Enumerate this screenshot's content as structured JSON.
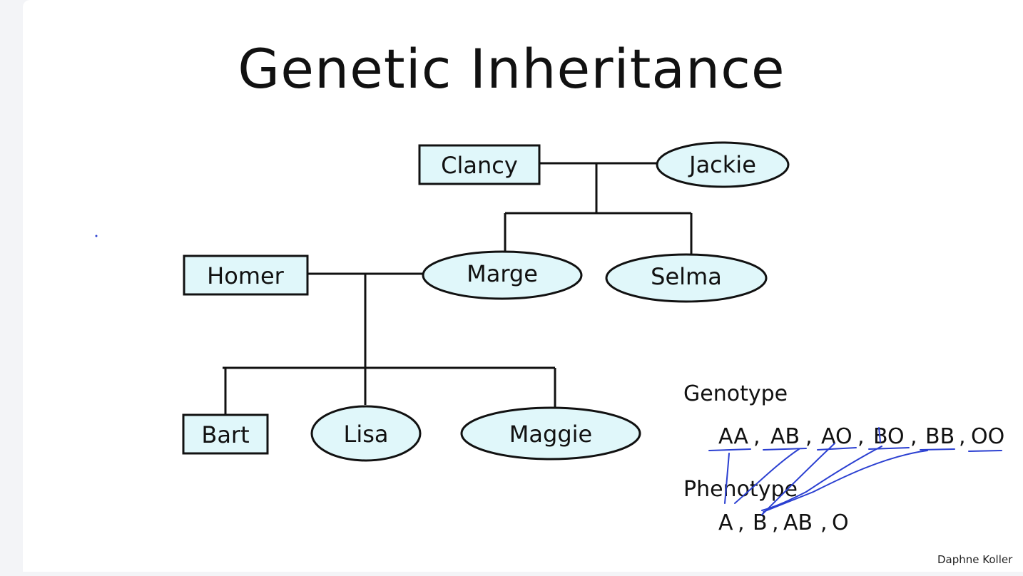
{
  "title": "Genetic Inheritance",
  "people": {
    "clancy": "Clancy",
    "jackie": "Jackie",
    "homer": "Homer",
    "marge": "Marge",
    "selma": "Selma",
    "bart": "Bart",
    "lisa": "Lisa",
    "maggie": "Maggie"
  },
  "genotype": {
    "label": "Genotype",
    "values": [
      "AA",
      "AB",
      "AO",
      "BO",
      "BB",
      "OO"
    ]
  },
  "phenotype": {
    "label": "Phenotype",
    "values": [
      "A",
      "B",
      "AB",
      "O"
    ]
  },
  "credit": "Daphne Koller",
  "colors": {
    "node_fill": "#e0f7fa",
    "line": "#111111",
    "annotation_ink": "#2a3fd1"
  }
}
